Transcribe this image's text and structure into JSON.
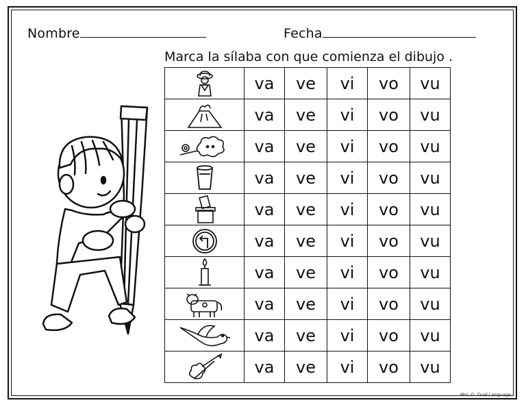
{
  "header": {
    "name_label": "Nombre",
    "date_label": "Fecha"
  },
  "instruction": "Marca la sílaba con que comienza el dibujo .",
  "syllables": [
    "va",
    "ve",
    "vi",
    "vo",
    "vu"
  ],
  "rows": [
    {
      "picture": "vaquera-icon"
    },
    {
      "picture": "volcan-icon"
    },
    {
      "picture": "viento-icon"
    },
    {
      "picture": "vaso-icon"
    },
    {
      "picture": "votar-icon"
    },
    {
      "picture": "vuelta-icon"
    },
    {
      "picture": "vela-icon"
    },
    {
      "picture": "vaca-icon"
    },
    {
      "picture": "vuela-pajaro-icon"
    },
    {
      "picture": "violin-icon"
    }
  ],
  "credit": "Mrs. G. Dual Language"
}
